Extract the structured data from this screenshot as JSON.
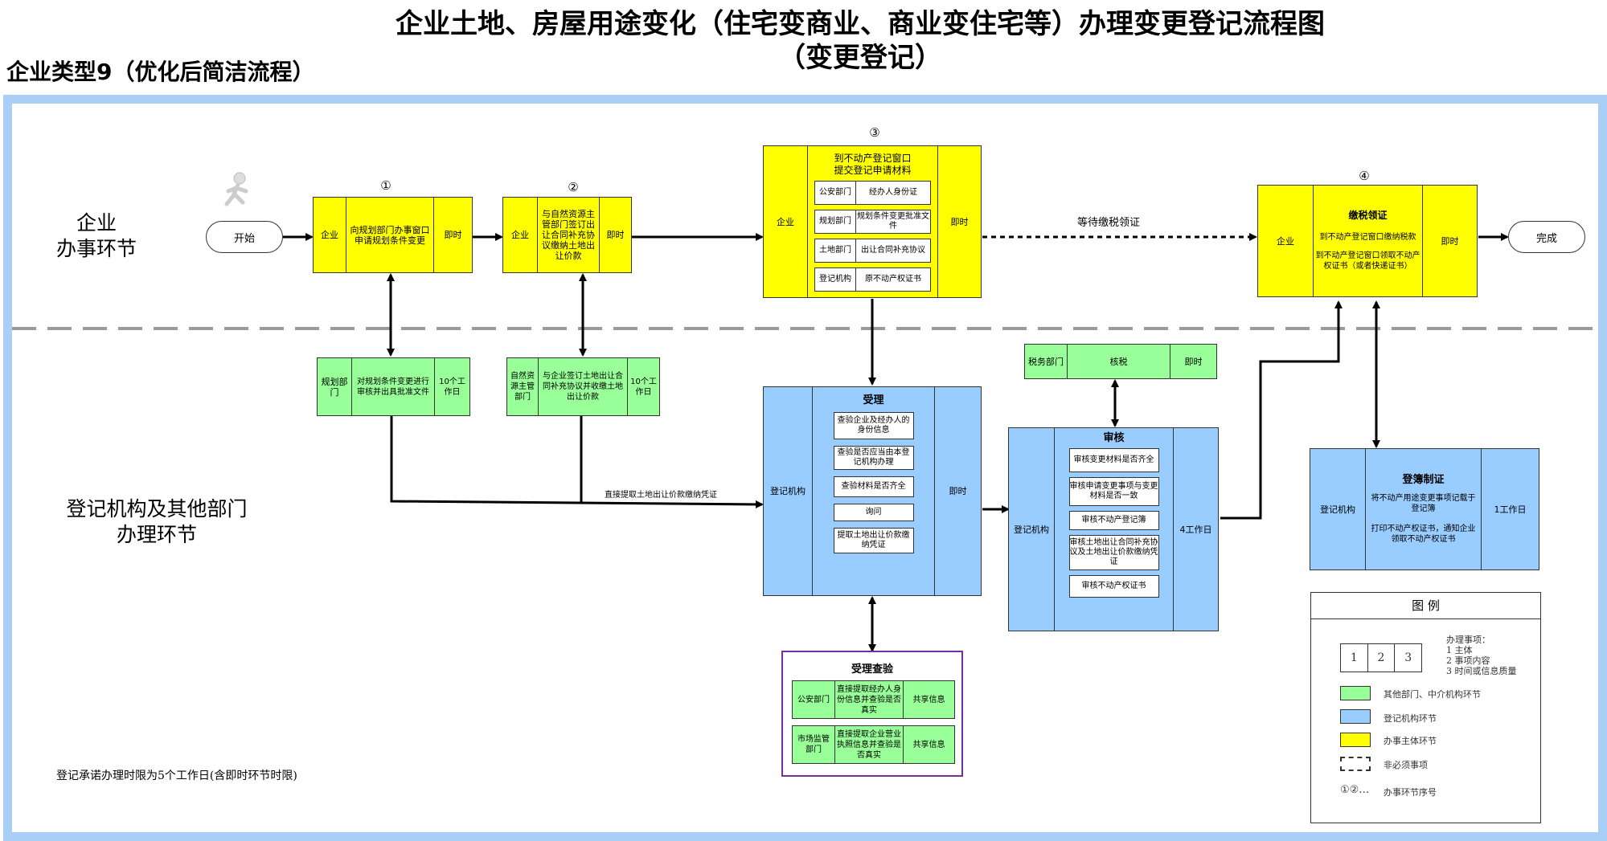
{
  "title_line1": "企业土地、房屋用途变化（住宅变商业、商业变住宅等）办理变更登记流程图",
  "title_line2": "（变更登记）",
  "subtitle": "企业类型9（优化后简洁流程）",
  "lanes": {
    "top": [
      "企业",
      "办事环节"
    ],
    "bottom": [
      "登记机构及其他部门",
      "办理环节"
    ]
  },
  "start_label": "开始",
  "end_label": "完成",
  "step_numbers": [
    "①",
    "②",
    "③",
    "④"
  ],
  "step1": {
    "subject": "企业",
    "content": "向规划部门办事窗口申请规划条件变更",
    "time": "即时"
  },
  "step2": {
    "subject": "企业",
    "content": "与自然资源主管部门签订出让合同补充协议缴纳土地出让价款",
    "time": "即时"
  },
  "step3": {
    "subject": "企业",
    "heading": [
      "到不动产登记窗口",
      "提交登记申请材料"
    ],
    "time": "即时",
    "rows": [
      {
        "dept": "公安部门",
        "item": "经办人身份证"
      },
      {
        "dept": "规划部门",
        "item": "规划条件变更批准文件"
      },
      {
        "dept": "土地部门",
        "item": "出让合同补充协议"
      },
      {
        "dept": "登记机构",
        "item": "原不动产权证书"
      }
    ]
  },
  "wait_label": "等待缴税领证",
  "step4": {
    "subject": "企业",
    "heading": "缴税领证",
    "lines": [
      "到不动产登记窗口缴纳税款",
      "到不动产登记窗口领取不动产权证书（或者快递证书）"
    ],
    "time": "即时"
  },
  "g1": {
    "dept": "规划部门",
    "content": "对规划条件变更进行审核并出具批准文件",
    "time": "10个工作日"
  },
  "g2": {
    "dept": "自然资源主管部门",
    "content": "与企业签订土地出让合同补充协议并收缴土地出让价款",
    "time": "10个工作日"
  },
  "direct_label": "直接提取土地出让价款缴纳凭证",
  "accept": {
    "dept": "登记机构",
    "heading": "受理",
    "items": [
      "查验企业及经办人的身份信息",
      "查验是否应当由本登记机构办理",
      "查验材料是否齐全",
      "询问",
      "提取土地出让价款缴纳凭证"
    ],
    "time": "即时"
  },
  "tax": {
    "dept": "税务部门",
    "content": "核税",
    "time": "即时"
  },
  "review": {
    "dept": "登记机构",
    "heading": "审核",
    "items": [
      "审核变更材料是否齐全",
      "审核申请变更事项与变更材料是否一致",
      "审核不动产登记簿",
      "审核土地出让合同补充协议及土地出让价款缴纳凭证",
      "审核不动产权证书"
    ],
    "time": "4工作日"
  },
  "register": {
    "dept": "登记机构",
    "heading": "登簿制证",
    "lines": [
      "将不动产用途变更事项记载于登记簿",
      "打印不动产权证书，通知企业领取不动产权证书"
    ],
    "time": "1工作日"
  },
  "check": {
    "heading": "受理查验",
    "rows": [
      {
        "dept": "公安部门",
        "content": "直接提取经办人身份信息并查验是否真实",
        "note": "共享信息"
      },
      {
        "dept": "市场监管部门",
        "content": "直接提取企业营业执照信息并查验是否真实",
        "note": "共享信息"
      }
    ]
  },
  "footnote": "登记承诺办理时限为5个工作日(含即时环节时限)",
  "legend": {
    "title": "图    例",
    "cells": [
      "1",
      "2",
      "3"
    ],
    "explain": [
      "办理事项：",
      "1 主体",
      "2 事项内容",
      "3 时间或信息质量"
    ],
    "green": "其他部门、中介机构环节",
    "blue": "登记机构环节",
    "yellow": "办事主体环节",
    "dashed": "非必须事项",
    "seq_symbol": "①②…",
    "seq": "办事环节序号"
  },
  "colors": {
    "yellow": "#ffff00",
    "blue": "#99ccff",
    "green": "#99ff99",
    "frame": "#a9cff6",
    "purple": "#7030a0"
  }
}
